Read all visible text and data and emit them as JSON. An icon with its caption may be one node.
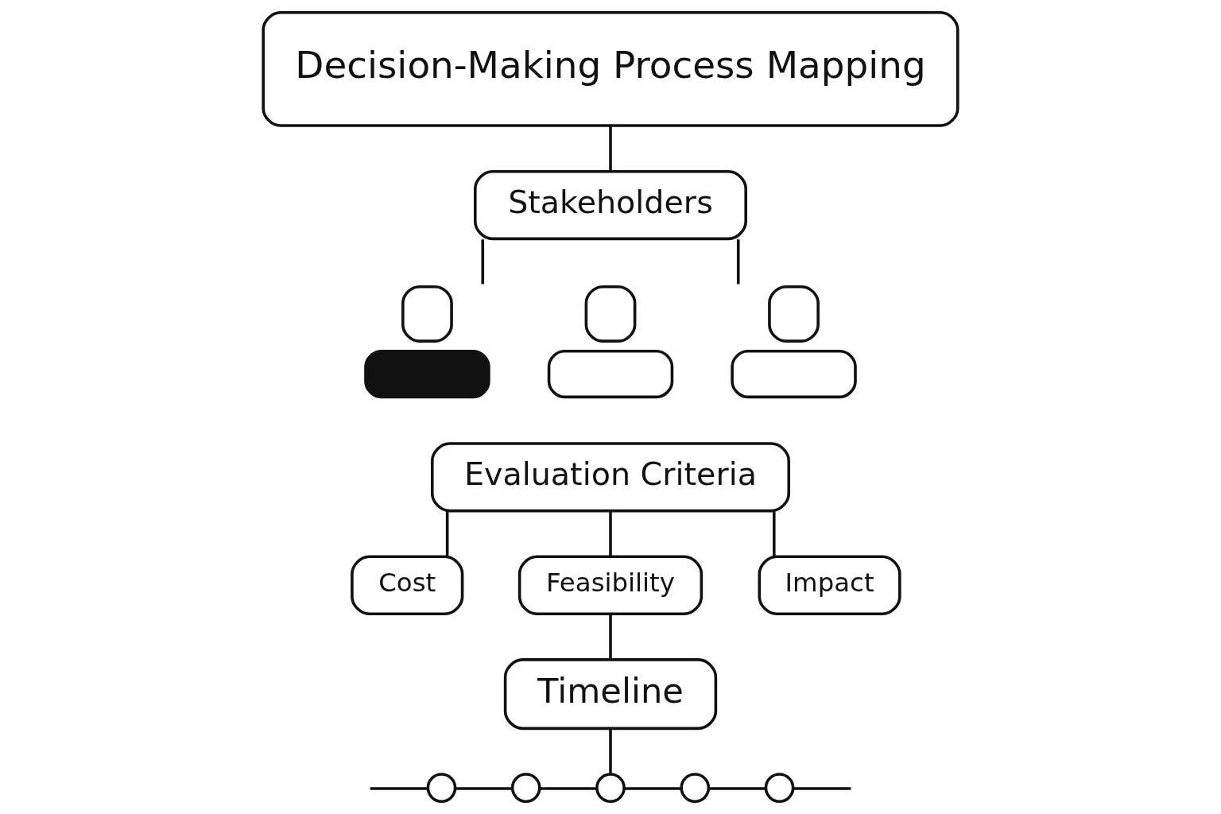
{
  "diagram": {
    "nodes": [
      {
        "text": [
          "Decision-Making Process Mapping"
        ]
      },
      {
        "text": [
          "Stakeholders"
        ]
      },
      {
        "text": [],
        "shape": "person"
      },
      {
        "text": [],
        "shape": "person"
      },
      {
        "text": [],
        "shape": "person"
      },
      {
        "text": [
          "Evaluation Criteria"
        ]
      },
      {
        "text": [
          "Cost"
        ]
      },
      {
        "text": [
          "Feasibility"
        ]
      },
      {
        "text": [
          "Impact"
        ]
      },
      {
        "text": [
          "Timeline"
        ]
      },
      {
        "text": [],
        "shape": "circle"
      },
      {
        "text": [],
        "shape": "circle"
      },
      {
        "text": [],
        "shape": "circle"
      },
      {
        "text": [],
        "shape": "circle"
      },
      {
        "text": [],
        "shape": "circle"
      }
    ],
    "edges": [
      {
        "from": 0,
        "to": 1,
        "arrow": "none"
      },
      {
        "from": 1,
        "to": 2,
        "arrow": "none"
      },
      {
        "from": 1,
        "to": 4,
        "arrow": "none"
      },
      {
        "from": 5,
        "to": 6,
        "arrow": "none"
      },
      {
        "from": 5,
        "to": 7,
        "arrow": "none"
      },
      {
        "from": 5,
        "to": 8,
        "arrow": "none"
      },
      {
        "from": 7,
        "to": 9,
        "arrow": "none"
      },
      {
        "from": 9,
        "to": 12,
        "arrow": "none"
      },
      {
        "from": null,
        "to": 10,
        "arrow": "none"
      },
      {
        "from": 10,
        "to": 11,
        "arrow": "none"
      },
      {
        "from": 11,
        "to": 12,
        "arrow": "none"
      },
      {
        "from": 12,
        "to": 13,
        "arrow": "none"
      },
      {
        "from": 13,
        "to": 14,
        "arrow": "none"
      },
      {
        "from": 14,
        "to": null,
        "arrow": "none"
      }
    ]
  }
}
